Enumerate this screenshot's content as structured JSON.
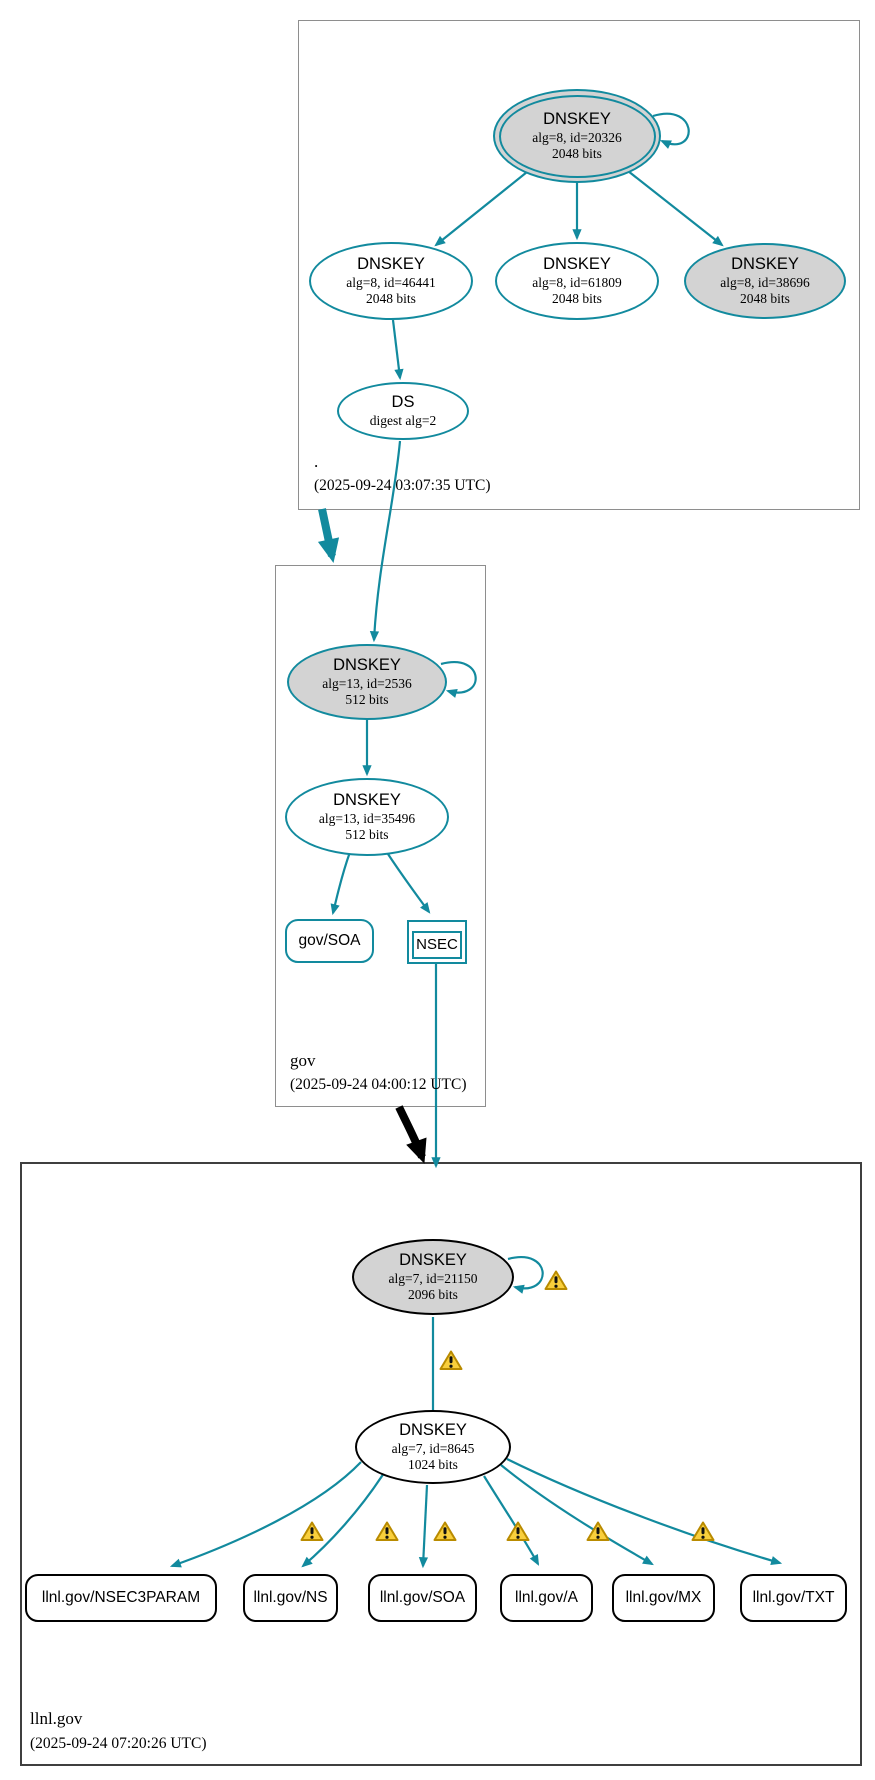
{
  "colors": {
    "secure_edge": "#128a9e",
    "insecure_node": "#000000",
    "sep_key_fill": "#d3d3d3",
    "warning_fill": "#f9cf3c",
    "warning_border": "#b98b00",
    "zone_border": "#8e8e8e",
    "zone_border_dark": "#3f3f3f"
  },
  "zones": {
    "root": {
      "label": ".",
      "timestamp": "(2025-09-24 03:07:35 UTC)"
    },
    "gov": {
      "label": "gov",
      "timestamp": "(2025-09-24 04:00:12 UTC)"
    },
    "llnl_gov": {
      "label": "llnl.gov",
      "timestamp": "(2025-09-24 07:20:26 UTC)"
    }
  },
  "nodes": {
    "dnskey_20326": {
      "title": "DNSKEY",
      "detail1": "alg=8, id=20326",
      "detail2": "2048 bits"
    },
    "dnskey_46441": {
      "title": "DNSKEY",
      "detail1": "alg=8, id=46441",
      "detail2": "2048 bits"
    },
    "dnskey_61809": {
      "title": "DNSKEY",
      "detail1": "alg=8, id=61809",
      "detail2": "2048 bits"
    },
    "dnskey_38696": {
      "title": "DNSKEY",
      "detail1": "alg=8, id=38696",
      "detail2": "2048 bits"
    },
    "ds_root": {
      "title": "DS",
      "detail1": "digest alg=2"
    },
    "dnskey_2536": {
      "title": "DNSKEY",
      "detail1": "alg=13, id=2536",
      "detail2": "512 bits"
    },
    "dnskey_35496": {
      "title": "DNSKEY",
      "detail1": "alg=13, id=35496",
      "detail2": "512 bits"
    },
    "rrset_gov_soa": {
      "label": "gov/SOA"
    },
    "rrset_nsec": {
      "label": "NSEC"
    },
    "dnskey_21150": {
      "title": "DNSKEY",
      "detail1": "alg=7, id=21150",
      "detail2": "2096 bits"
    },
    "dnskey_8645": {
      "title": "DNSKEY",
      "detail1": "alg=7, id=8645",
      "detail2": "1024 bits"
    },
    "rrset_nsec3param": {
      "label": "llnl.gov/NSEC3PARAM"
    },
    "rrset_ns": {
      "label": "llnl.gov/NS"
    },
    "rrset_soa": {
      "label": "llnl.gov/SOA"
    },
    "rrset_a": {
      "label": "llnl.gov/A"
    },
    "rrset_mx": {
      "label": "llnl.gov/MX"
    },
    "rrset_txt": {
      "label": "llnl.gov/TXT"
    }
  }
}
